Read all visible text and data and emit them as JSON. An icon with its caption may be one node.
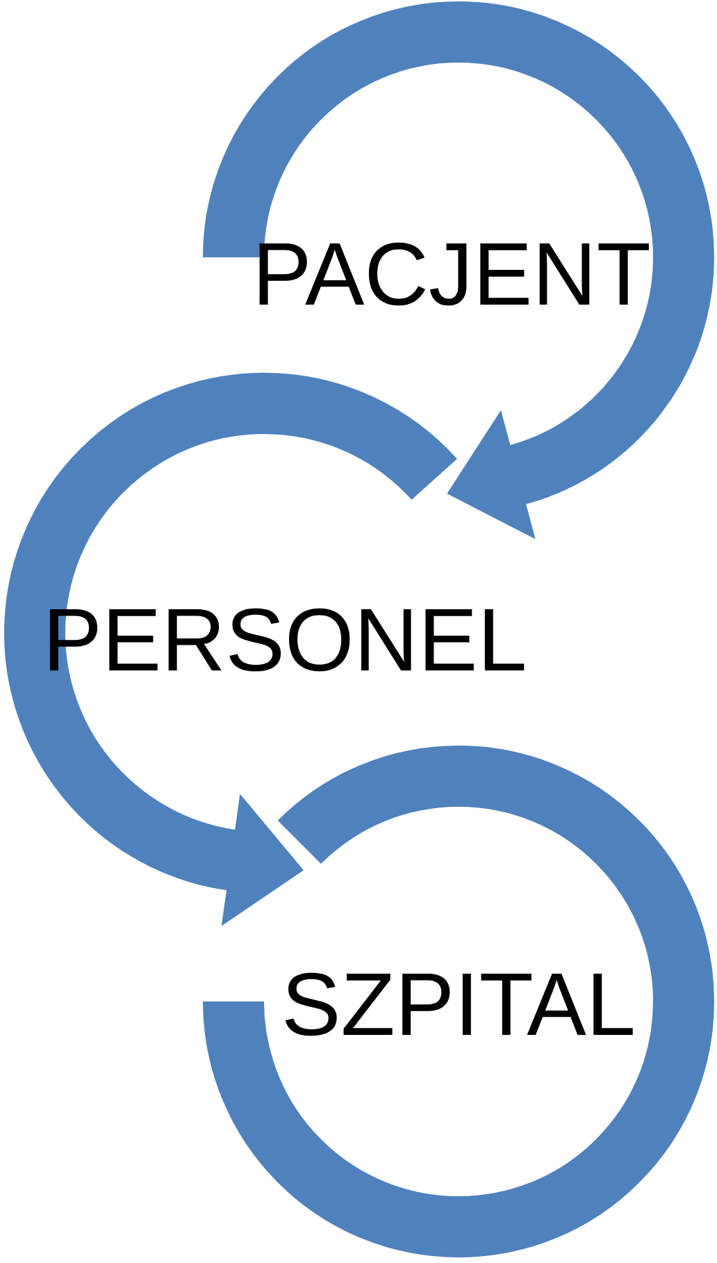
{
  "diagram": {
    "nodes": [
      {
        "text": [
          "PACJENT"
        ]
      },
      {
        "text": [
          "PERSONEL"
        ]
      },
      {
        "text": [
          "SZPITAL"
        ]
      }
    ]
  }
}
